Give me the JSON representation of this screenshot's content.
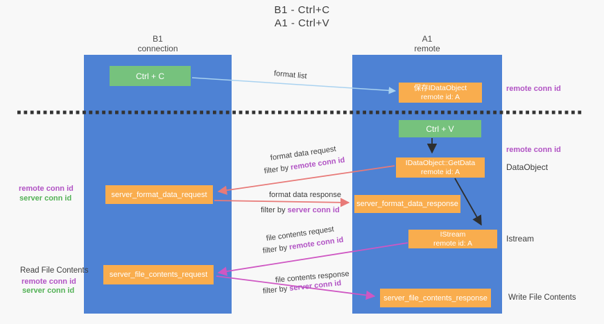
{
  "title": {
    "line1": "B1 - Ctrl+C",
    "line2": "A1 - Ctrl+V"
  },
  "lanes": {
    "left": {
      "name": "B1",
      "role": "connection"
    },
    "right": {
      "name": "A1",
      "role": "remote"
    }
  },
  "nodes": {
    "ctrl_c": {
      "label": "Ctrl + C"
    },
    "ctrl_v": {
      "label": "Ctrl + V"
    },
    "save_idataobject": {
      "line1": "保存IDataObject",
      "line2": "remote id: A"
    },
    "idataobject_getdata": {
      "line1": "IDataObject::GetData",
      "line2": "remote id: A"
    },
    "istream": {
      "line1": "IStream",
      "line2": "remote id: A"
    },
    "server_format_data_request": {
      "label": "server_format_data_request"
    },
    "server_format_data_response": {
      "label": "server_format_data_response"
    },
    "server_file_contents_request": {
      "label": "server_file_contents_request"
    },
    "server_file_contents_response": {
      "label": "server_file_contents_response"
    }
  },
  "flow_labels": {
    "format_list": "format list",
    "format_data_request": "format data request",
    "format_data_request_filter": "filter by ",
    "format_data_request_conn": "remote conn id",
    "format_data_response": "format data response",
    "format_data_response_filter": "filter by ",
    "format_data_response_conn": "server conn id",
    "file_contents_request": "file contents request",
    "file_contents_request_filter": "filter by ",
    "file_contents_request_conn": "remote conn id",
    "file_contents_response": "file contents response",
    "file_contents_response_filter": "filter by ",
    "file_contents_response_conn": "server conn id"
  },
  "annotations": {
    "right_conn_top": "remote conn id",
    "right_conn_mid": "remote conn id",
    "dataobject": "DataObject",
    "istream": "Istream",
    "write_file_contents": "Write File Contents",
    "left_remote_conn_1": "remote conn id",
    "left_server_conn_1": "server conn id",
    "read_file_contents": "Read File Contents",
    "left_remote_conn_2": "remote conn id",
    "left_server_conn_2": "server conn id"
  },
  "colors": {
    "background": "#f8f8f8",
    "lane_blue": "#4e82d4",
    "node_orange": "#f9ad4e",
    "node_green": "#76c27d",
    "conn_purple": "#b153c4",
    "conn_green": "#53b156",
    "arrow_salmon": "#e87a78",
    "arrow_magenta": "#cf57c3",
    "arrow_lightblue": "#a9d2f0",
    "arrow_black": "#2e2e2e",
    "text_dark": "#3b3b3b"
  }
}
